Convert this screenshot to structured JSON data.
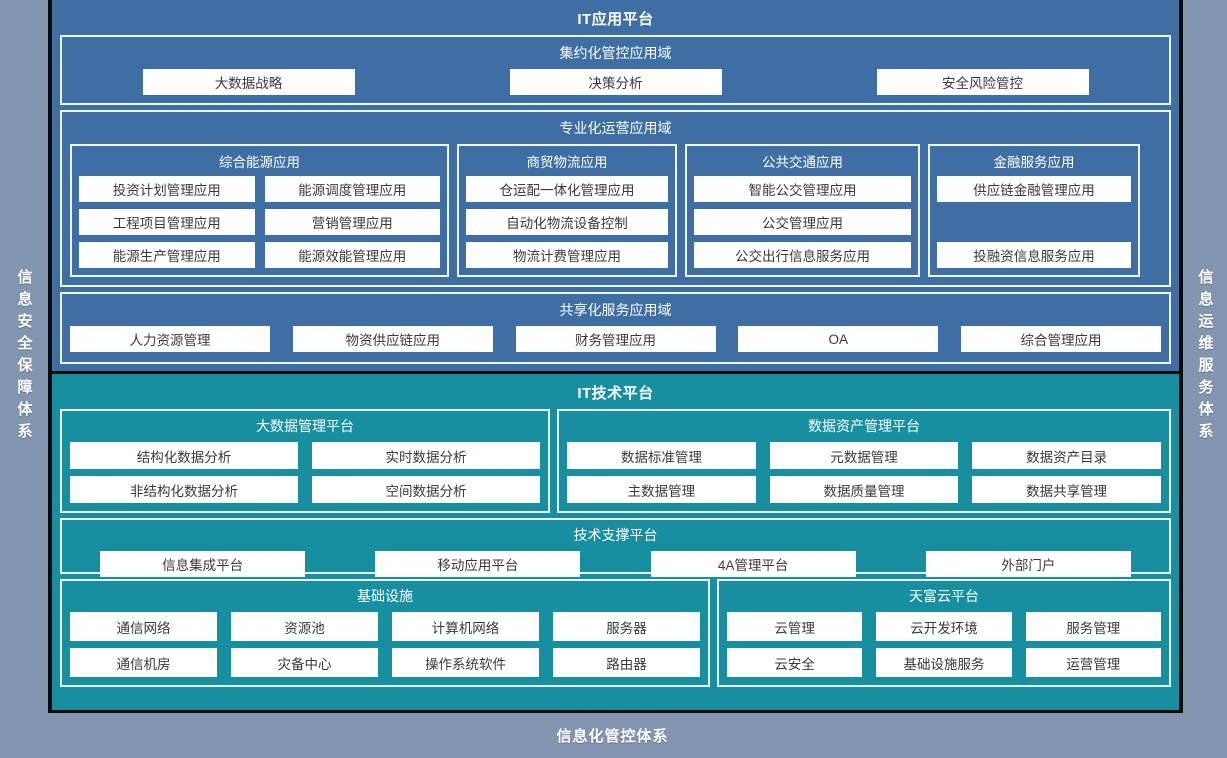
{
  "side_bands": {
    "left": "信息安全保障体系",
    "right": "信息运维服务体系"
  },
  "bottom_band": {
    "label": "信息化管控体系"
  },
  "application_layer": {
    "title": "IT应用平台",
    "domains": [
      {
        "title": "集约化管控应用域",
        "items": [
          "大数据战略",
          "决策分析",
          "安全风险管控"
        ]
      },
      {
        "title": "专业化运营应用域",
        "groups": [
          {
            "title": "综合能源应用",
            "items": [
              "投资计划管理应用",
              "能源调度管理应用",
              "工程项目管理应用",
              "营销管理应用",
              "能源生产管理应用",
              "能源效能管理应用"
            ]
          },
          {
            "title": "商贸物流应用",
            "items": [
              "仓运配一体化管理应用",
              "自动化物流设备控制",
              "物流计费管理应用"
            ]
          },
          {
            "title": "公共交通应用",
            "items": [
              "智能公交管理应用",
              "公交管理应用",
              "公交出行信息服务应用"
            ]
          },
          {
            "title": "金融服务应用",
            "items": [
              "供应链金融管理应用",
              "",
              "投融资信息服务应用"
            ]
          }
        ]
      },
      {
        "title": "共享化服务应用域",
        "items": [
          "人力资源管理",
          "物资供应链应用",
          "财务管理应用",
          "OA",
          "综合管理应用"
        ]
      }
    ]
  },
  "technology_layer": {
    "title": "IT技术平台",
    "groups": [
      {
        "title": "大数据管理平台",
        "items": [
          "结构化数据分析",
          "实时数据分析",
          "非结构化数据分析",
          "空间数据分析"
        ]
      },
      {
        "title": "数据资产管理平台",
        "items": [
          "数据标准管理",
          "元数据管理",
          "数据资产目录",
          "主数据管理",
          "数据质量管理",
          "数据共享管理"
        ]
      },
      {
        "title": "技术支撑平台",
        "items": [
          "信息集成平台",
          "移动应用平台",
          "4A管理平台",
          "外部门户"
        ]
      },
      {
        "title": "基础设施",
        "items": [
          "通信网络",
          "资源池",
          "计算机网络",
          "服务器",
          "通信机房",
          "灾备中心",
          "操作系统软件",
          "路由器"
        ]
      },
      {
        "title": "天富云平台",
        "items": [
          "云管理",
          "云开发环境",
          "服务管理",
          "云安全",
          "基础设施服务",
          "运营管理"
        ]
      }
    ]
  },
  "colors": {
    "background_gray": "#8396b0",
    "application_blue": "#3d6fa5",
    "technology_teal": "#1690a0",
    "chip_white": "#ffffff",
    "border_black": "#0a0a0a"
  }
}
